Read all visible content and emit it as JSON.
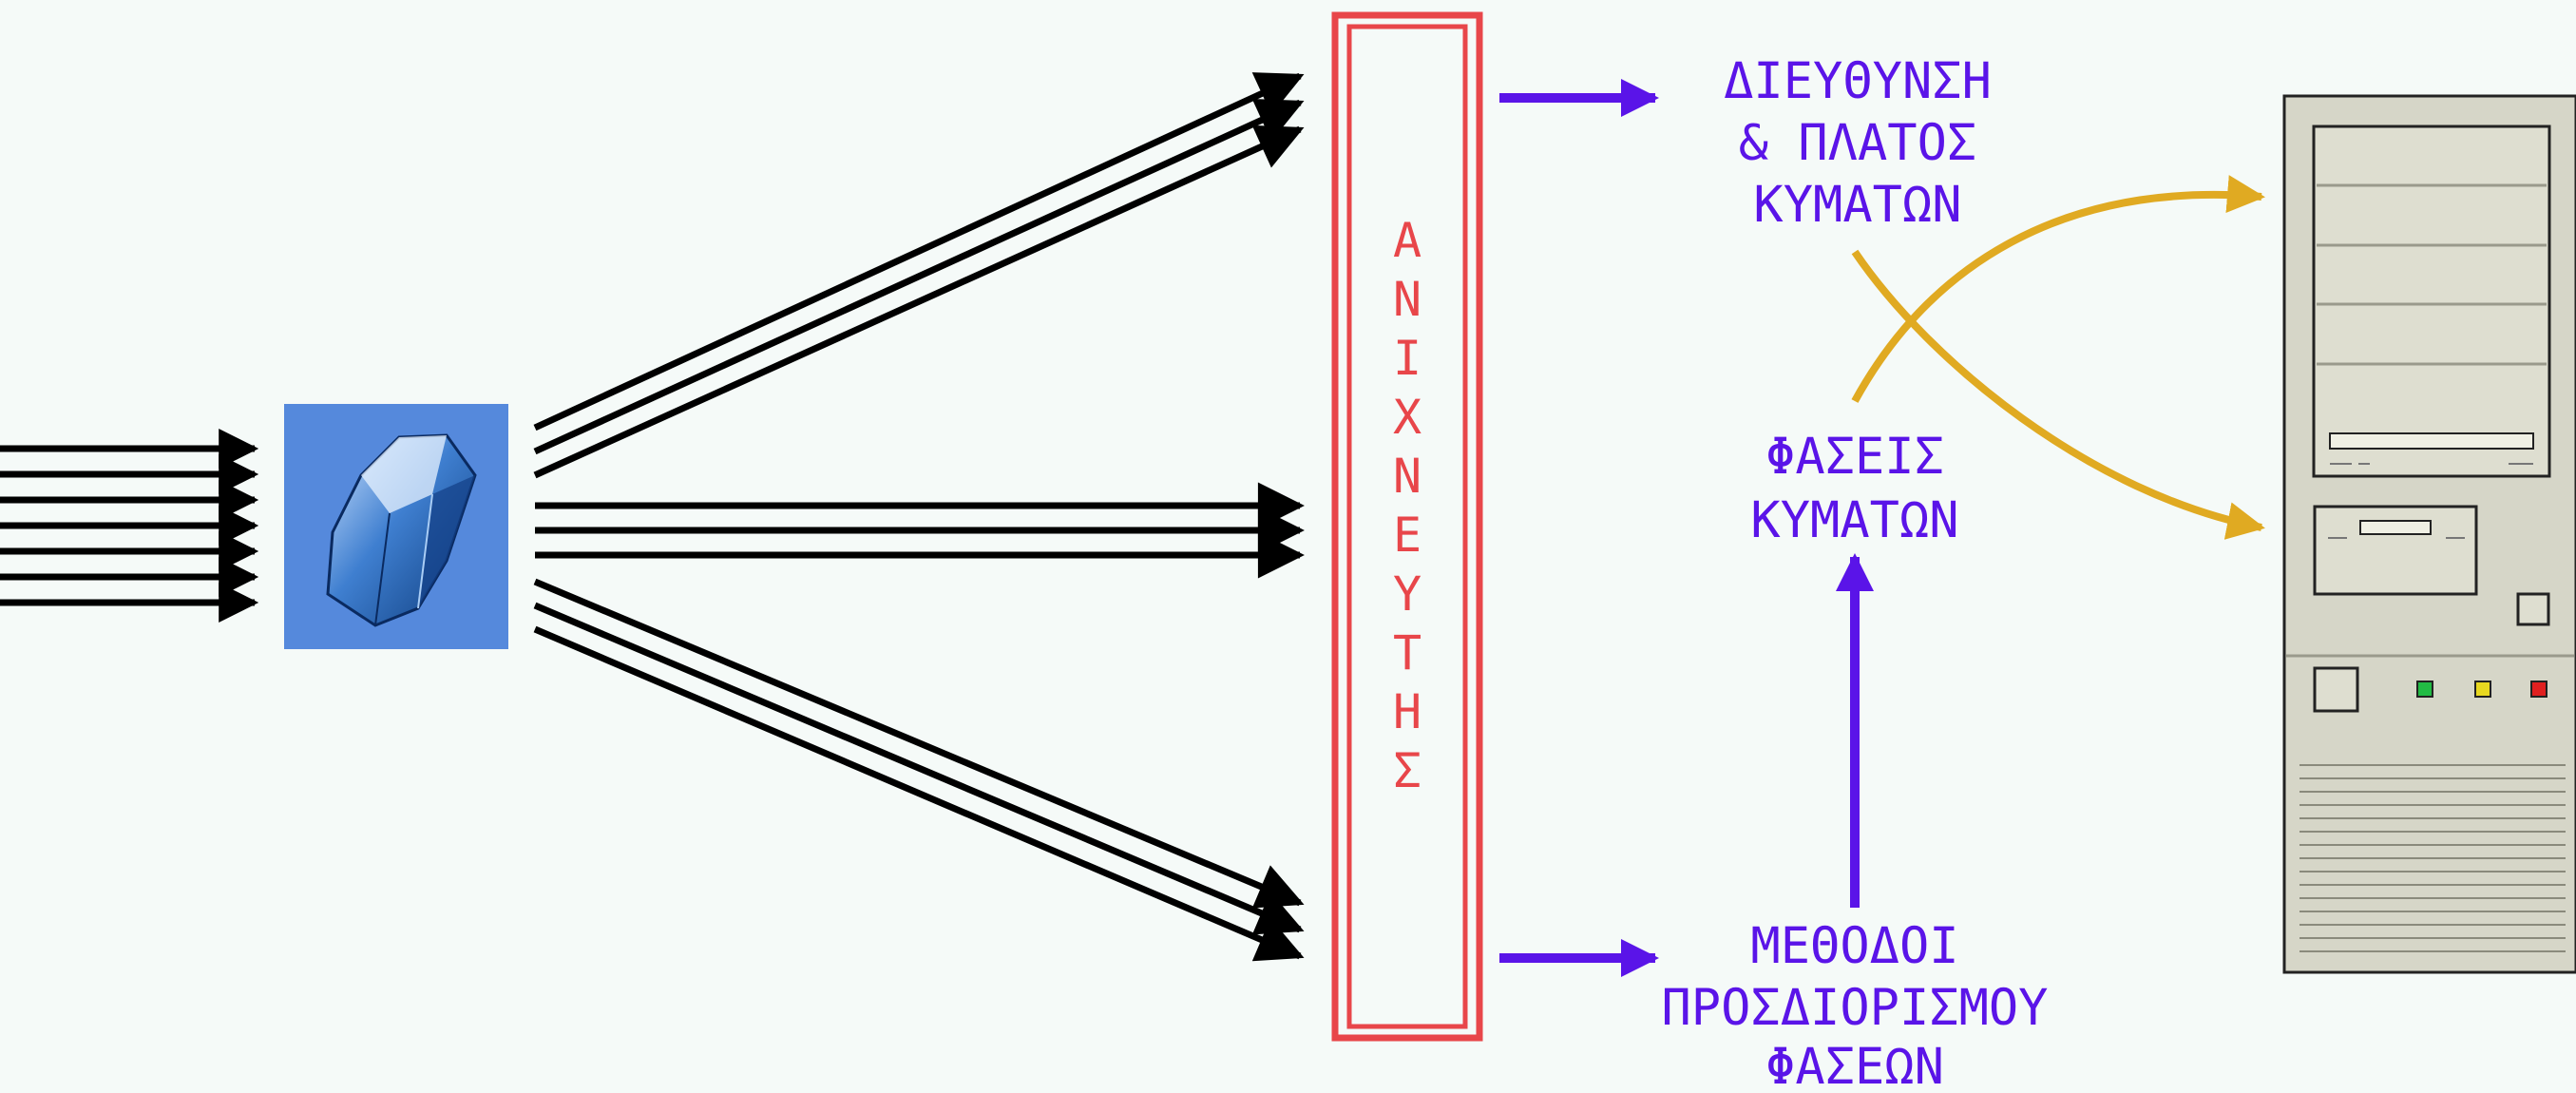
{
  "detector": {
    "label": "ΑΝΙΧΝΕΥΤΗΣ",
    "color": "#e8464a"
  },
  "labels": {
    "direction_amplitude": [
      "ΔΙΕΥΘΥΝΣΗ",
      "& ΠΛΑΤΟΣ",
      "ΚΥΜΑΤΩΝ"
    ],
    "phases": [
      "ΦΑΣΕΙΣ",
      "ΚΥΜΑΤΩΝ"
    ],
    "phase_methods": [
      "ΜΕΘΟΔΟΙ",
      "ΠΡΟΣΔΙΟΡΙΣΜΟΥ",
      "ΦΑΣΕΩΝ"
    ]
  },
  "colors": {
    "text": "#5a14e8",
    "purple_arrow": "#5a14e8",
    "gold_arrow": "#e0aa22",
    "beams": "#000000",
    "crystal_bg": "#5b8fe0",
    "computer_case": "#d6d6c8"
  },
  "icons": {
    "crystal": "crystal-image",
    "computer": "desktop-computer-icon"
  }
}
